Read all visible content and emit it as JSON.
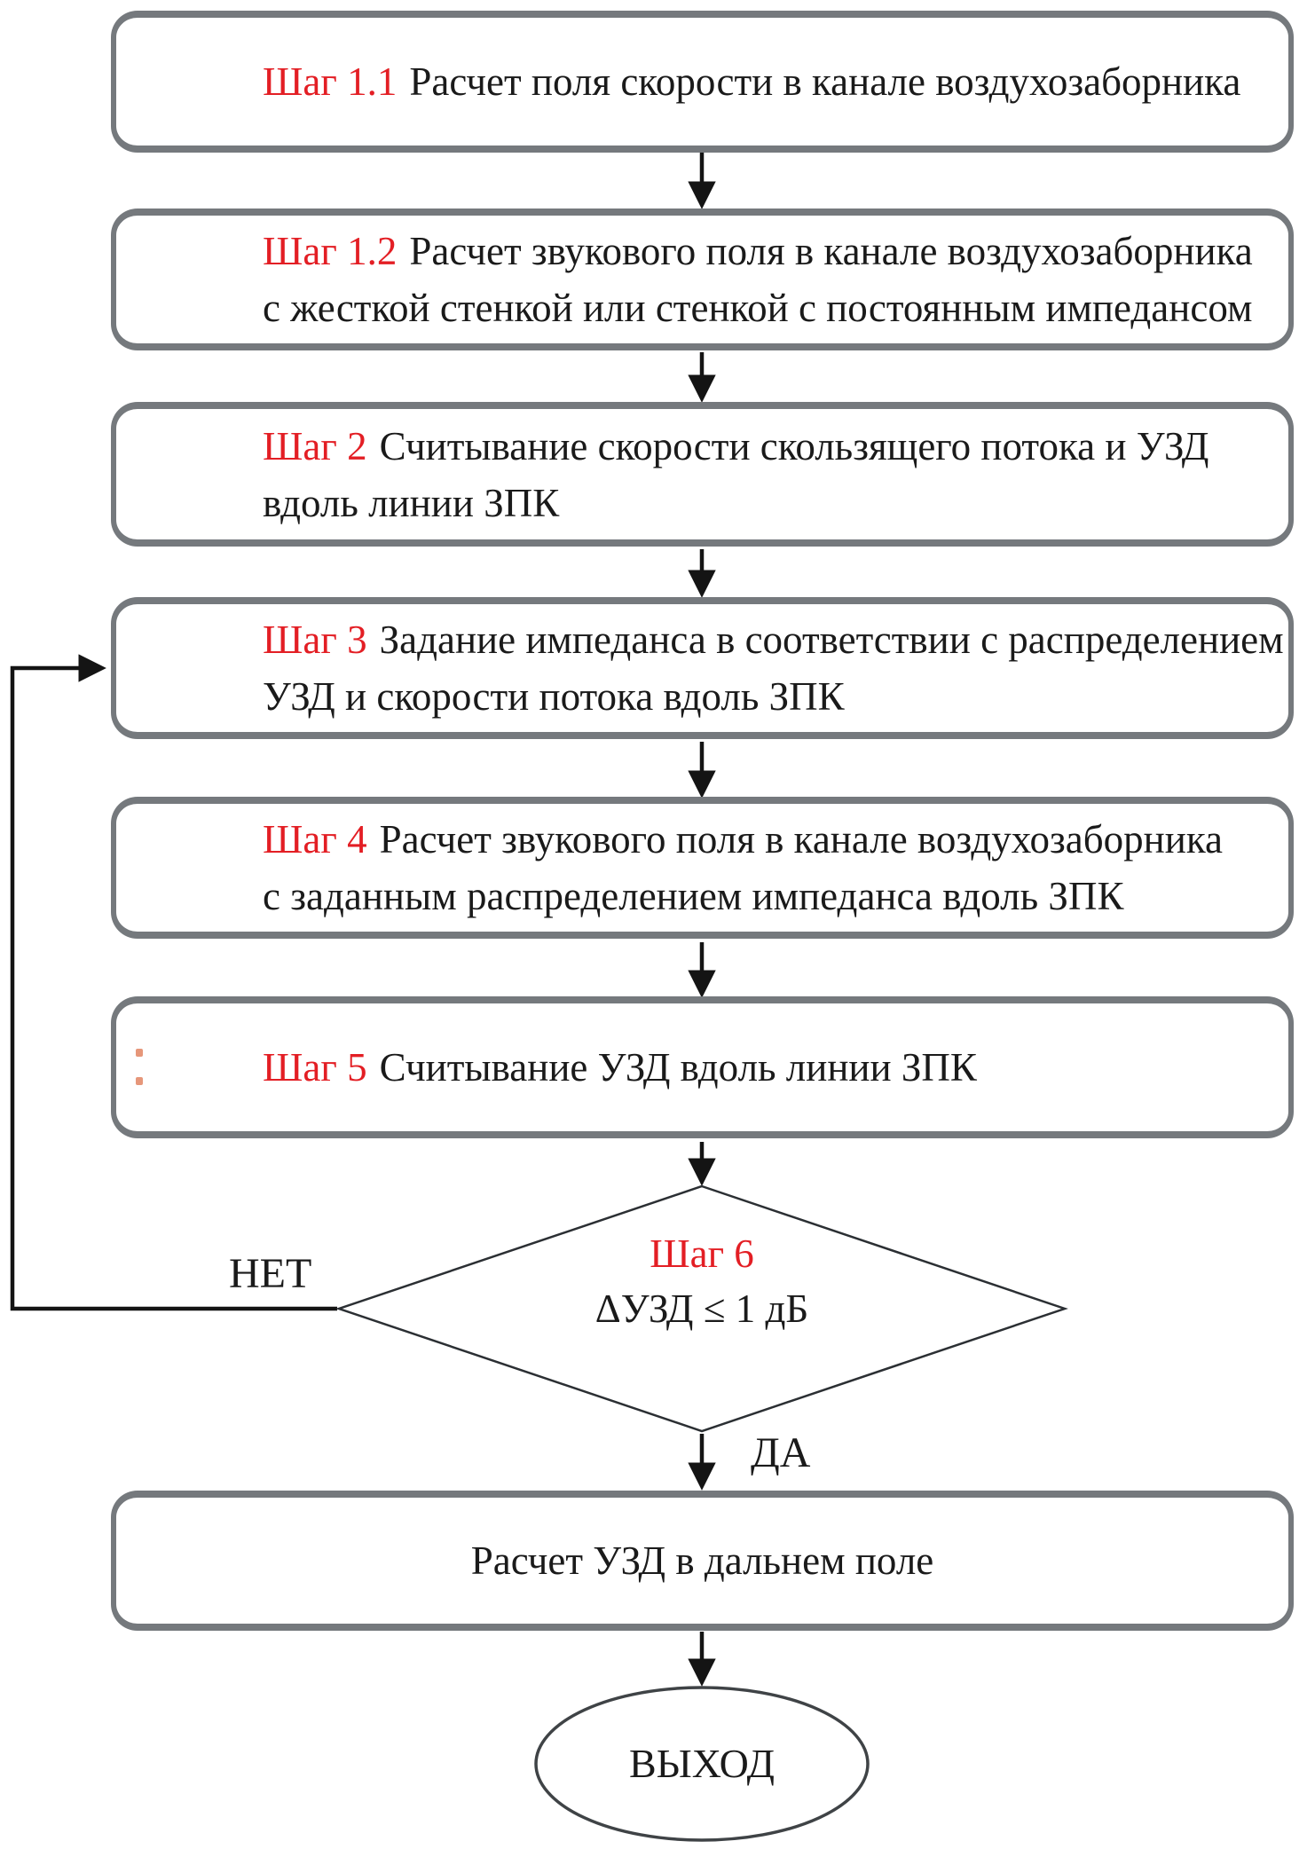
{
  "figure": {
    "type": "flowchart",
    "colors": {
      "step_red": "#e31e24",
      "box_border": "#75797d",
      "connector": "#141414",
      "text": "#1a1a1a"
    },
    "nodes": [
      {
        "id": "step-1-1",
        "shape": "rounded-rect",
        "step_label": "Шаг 1.1",
        "lines": [
          "Расчет поля скорости в канале воздухозаборника"
        ]
      },
      {
        "id": "step-1-2",
        "shape": "rounded-rect",
        "step_label": "Шаг 1.2",
        "lines": [
          "Расчет звукового поля в канале воздухозаборника",
          "с жесткой стенкой или стенкой с постоянным импедансом"
        ]
      },
      {
        "id": "step-2",
        "shape": "rounded-rect",
        "step_label": "Шаг 2",
        "lines": [
          "Считывание скорости скользящего потока и УЗД",
          "вдоль линии ЗПК"
        ]
      },
      {
        "id": "step-3",
        "shape": "rounded-rect",
        "step_label": "Шаг 3",
        "lines": [
          "Задание импеданса в соответствии с распределением",
          "УЗД и скорости потока вдоль ЗПК"
        ]
      },
      {
        "id": "step-4",
        "shape": "rounded-rect",
        "step_label": "Шаг 4",
        "lines": [
          "Расчет звукового поля в канале воздухозаборника",
          "с заданным распределением импеданса вдоль ЗПК"
        ]
      },
      {
        "id": "step-5",
        "shape": "rounded-rect",
        "step_label": "Шаг 5",
        "lines": [
          "Считывание УЗД вдоль линии ЗПК"
        ]
      },
      {
        "id": "step-6",
        "shape": "diamond",
        "step_label": "Шаг 6",
        "condition": "ΔУЗД ≤ 1 дБ"
      },
      {
        "id": "far-field",
        "shape": "rounded-rect",
        "lines": [
          "Расчет УЗД в дальнем поле"
        ]
      },
      {
        "id": "exit",
        "shape": "ellipse",
        "lines": [
          "ВЫХОД"
        ]
      }
    ],
    "edge_labels": {
      "no": "НЕТ",
      "yes": "ДА"
    }
  }
}
